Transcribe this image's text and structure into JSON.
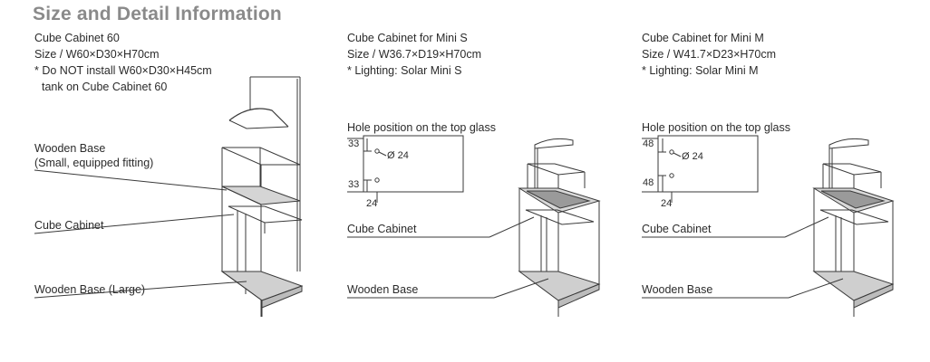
{
  "title": "Size and Detail Information",
  "cab60": {
    "name": "Cube Cabinet 60",
    "size": "Size / W60×D30×H70cm",
    "note1": "* Do NOT install W60×D30×H45cm",
    "note2": "tank on Cube Cabinet 60",
    "label_wooden_small_1": "Wooden Base",
    "label_wooden_small_2": "(Small, equipped fitting)",
    "label_cube": "Cube Cabinet",
    "label_wooden_large": "Wooden Base (Large)"
  },
  "miniS": {
    "name": "Cube Cabinet for Mini S",
    "size": "Size / W36.7×D19×H70cm",
    "lighting": "* Lighting: Solar Mini S",
    "hole_title": "Hole position on the top glass",
    "dim_top": "33",
    "dim_bottom": "33",
    "dim_side": "24",
    "diameter": "Ø 24",
    "label_cube": "Cube Cabinet",
    "label_wooden": "Wooden Base"
  },
  "miniM": {
    "name": "Cube Cabinet for Mini M",
    "size": "Size / W41.7×D23×H70cm",
    "lighting": "* Lighting: Solar Mini M",
    "hole_title": "Hole position on the top glass",
    "dim_top": "48",
    "dim_bottom": "48",
    "dim_side": "24",
    "diameter": "Ø 24",
    "label_cube": "Cube Cabinet",
    "label_wooden": "Wooden Base"
  }
}
